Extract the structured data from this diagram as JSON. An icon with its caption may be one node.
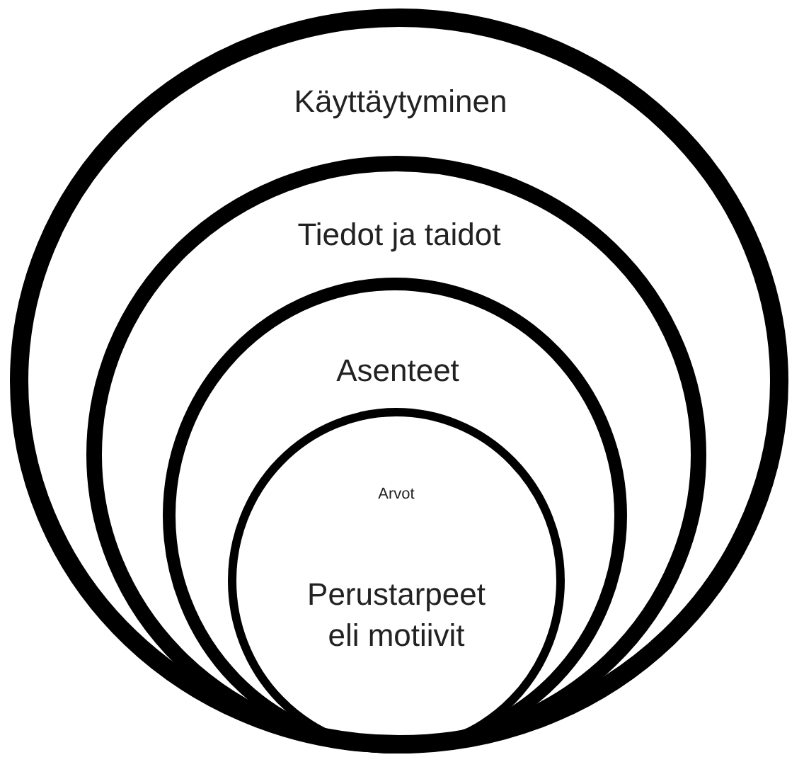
{
  "diagram": {
    "nodes": [
      {
        "text": [
          "Käyttäytyminen"
        ]
      },
      {
        "text": [
          "Tiedot ja taidot"
        ],
        "in": 0
      },
      {
        "text": [
          "Asenteet"
        ],
        "in": 1
      },
      {
        "text": [
          "Arvot",
          "Perustarpeet eli motiivit"
        ],
        "in": 2
      }
    ]
  }
}
